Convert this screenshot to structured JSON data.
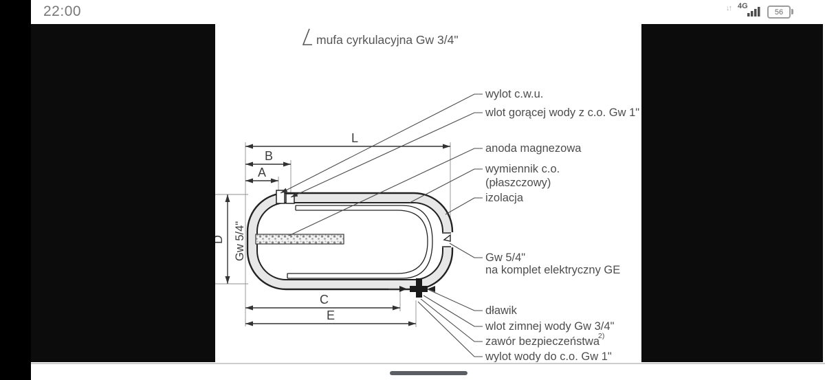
{
  "status_bar": {
    "time": "22:00",
    "network": "4G",
    "battery_percent": "56",
    "icons": [
      "data-updown-arrows-icon",
      "signal-bars-icon",
      "battery-icon"
    ]
  },
  "diagram": {
    "title": "mufa cyrkulacyjna Gw 3/4\"",
    "dims": {
      "L": "L",
      "B": "B",
      "A": "A",
      "C": "C",
      "E": "E",
      "D": "D",
      "left_thread": "Gw 5/4\""
    },
    "labels": {
      "wylot_cwu": "wylot c.w.u.",
      "wlot_goracej": "wlot gorącej wody z c.o. Gw 1\"",
      "anoda": "anoda magnezowa",
      "wymiennik1": "wymiennik c.o.",
      "wymiennik2": "(płaszczowy)",
      "izolacja": "izolacja",
      "gw54_1": "Gw 5/4\"",
      "gw54_2": "na komplet elektryczny GE",
      "dlawik": "dławik",
      "wlot_zimnej": "wlot zimnej wody Gw 3/4\"",
      "zawor": "zawór bezpieczeństwa",
      "zawor_sup": "2)",
      "wylot_wody": "wylot wody do c.o. Gw 1\""
    }
  },
  "colors": {
    "letterbox": "#0c0c0c",
    "line": "#3c3c3c",
    "insulation_fill": "#e7e7e7",
    "label_text": "#4d4d4d",
    "status_text": "#787878"
  }
}
